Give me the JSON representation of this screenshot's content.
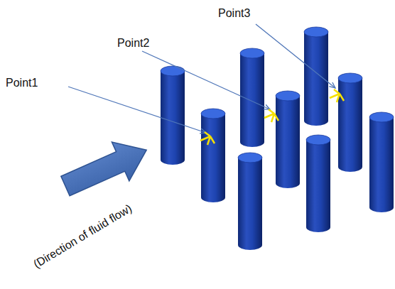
{
  "diagram": {
    "labels": [
      "Point3",
      "Point2",
      "Point1",
      "(Direction of fluid flow)"
    ]
  }
}
